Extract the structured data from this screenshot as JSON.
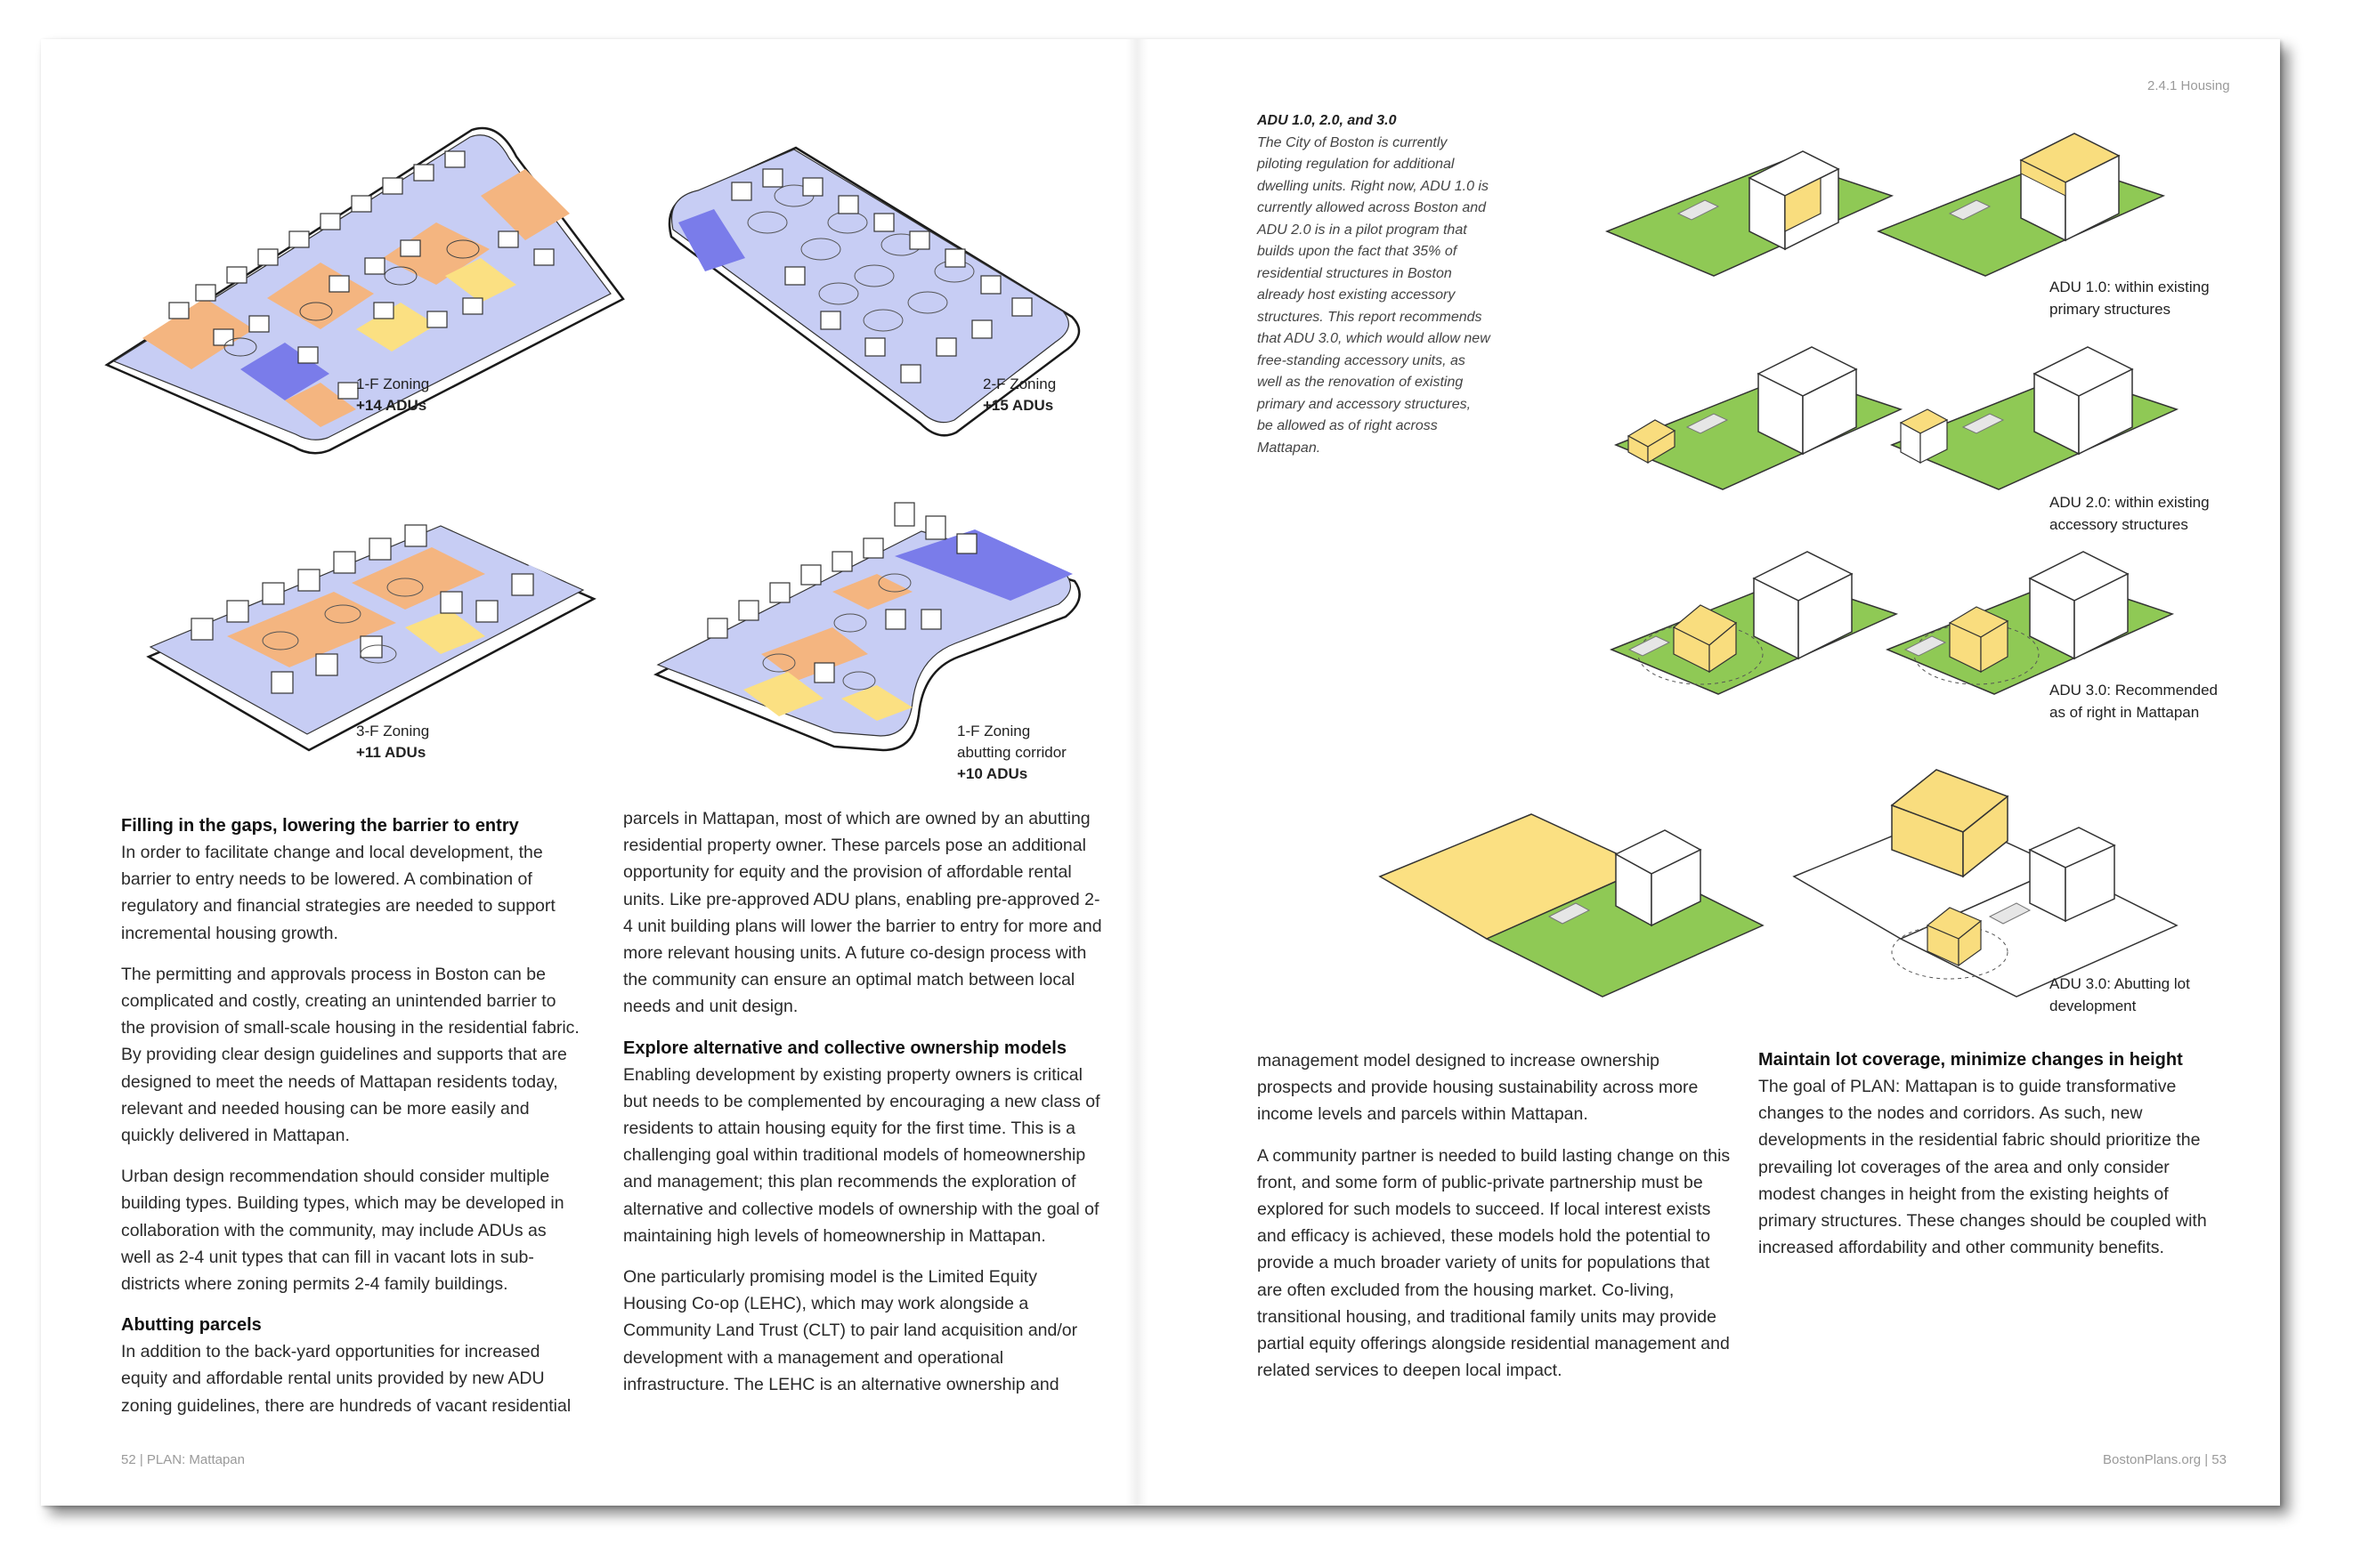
{
  "header": {
    "section": "2.4.1 Housing"
  },
  "footer": {
    "left": "52 | PLAN: Mattapan",
    "right": "BostonPlans.org | 53"
  },
  "diagrams": [
    {
      "zone": "1-F Zoning",
      "adus": "+14 ADUs"
    },
    {
      "zone": "2-F Zoning",
      "adus": "+15 ADUs"
    },
    {
      "zone": "3-F Zoning",
      "adus": "+11 ADUs"
    },
    {
      "zone_line1": "1-F Zoning",
      "zone_line2": "abutting corridor",
      "adus": "+10 ADUs"
    }
  ],
  "adu_note": {
    "title": "ADU 1.0, 2.0, and 3.0",
    "body": "The City of Boston is currently piloting regulation for additional dwelling units. Right now, ADU 1.0 is currently allowed across Boston and ADU 2.0 is in a pilot program that builds upon the fact that 35% of residential structures in Boston already host existing accessory structures. This report recommends that ADU 3.0, which would allow new free-standing accessory units, as well as the renovation of existing primary and accessory structures, be allowed as of right across Mattapan."
  },
  "adu_types": [
    {
      "line1": "ADU 1.0: within existing",
      "line2": "primary structures"
    },
    {
      "line1": "ADU 2.0: within existing",
      "line2": "accessory structures"
    },
    {
      "line1": "ADU 3.0: Recommended",
      "line2": "as of right in Mattapan"
    },
    {
      "line1": "ADU 3.0: Abutting lot",
      "line2": "development"
    }
  ],
  "left_col1": {
    "h1": "Filling in the gaps, lowering the barrier to entry",
    "p1": "In order to facilitate change and local development, the barrier to entry needs to be lowered. A combination of regulatory and financial strategies are needed to support incremental housing growth.",
    "p2": "The permitting and approvals process in Boston can be complicated and costly, creating an unintended barrier to the provision of small-scale housing in the residential fabric. By providing clear design guidelines and supports that are designed to meet the needs of Mattapan residents today, relevant and needed housing can be more easily and quickly delivered in Mattapan.",
    "p3": "Urban design recommendation should consider multiple building types. Building types, which may be developed in collaboration with the community, may include ADUs as well as 2-4 unit types that can fill in vacant lots in sub-districts where zoning permits 2-4 family buildings.",
    "h2": "Abutting parcels",
    "p4": "In addition to the back-yard opportunities for increased equity and affordable rental units provided by new ADU zoning guidelines, there are hundreds of vacant residential"
  },
  "left_col2": {
    "p1": "parcels in Mattapan, most of which are owned by an abutting residential property owner. These parcels pose an additional opportunity for equity and the provision of affordable rental units. Like pre-approved ADU plans, enabling pre-approved 2-4 unit building plans will lower the barrier to entry for more and more relevant housing units. A future co-design process with the community can ensure an optimal match between local needs and unit design.",
    "h1": "Explore alternative and collective ownership models",
    "p2": "Enabling development by existing property owners is critical but needs to be complemented by encouraging a new class of residents to attain housing equity for the first time. This is a challenging goal within traditional models of homeownership and management; this plan recommends the exploration of alternative and collective models of ownership with the goal of maintaining high levels of homeownership in Mattapan.",
    "p3": "One particularly promising model is the Limited Equity Housing Co-op (LEHC), which may work alongside a Community Land Trust (CLT) to pair land acquisition and/or development with a management and operational infrastructure. The LEHC is an alternative ownership and"
  },
  "right_col1": {
    "p1": "management model designed to increase ownership prospects and provide housing sustainability across more income levels and parcels within Mattapan.",
    "p2": "A community partner is needed to build lasting change on this front, and some form of public-private partnership must be explored for such models to succeed. If local interest exists and efficacy is achieved, these models hold the potential to provide a much broader variety of units for populations that are often excluded from the housing market. Co-living, transitional housing, and traditional family units may provide partial equity offerings alongside residential management and related services to deepen local impact."
  },
  "right_col2": {
    "h1": "Maintain lot coverage, minimize changes in height",
    "p1": "The goal of PLAN: Mattapan is to guide transformative changes to the nodes and corridors. As such, new developments in the residential fabric should prioritize the prevailing lot coverages of the area and only consider modest changes in height from the existing heights of primary structures. These changes should be coupled with increased affordability and other community benefits."
  },
  "colors": {
    "lawn": "#8fc955",
    "adu_yellow": "#f9dd7e",
    "vacant_yellow": "#fbe082",
    "parcel_blue": "#c7cdf4",
    "parcel_orange": "#f4b580",
    "parcel_indigo": "#7a7cea"
  }
}
